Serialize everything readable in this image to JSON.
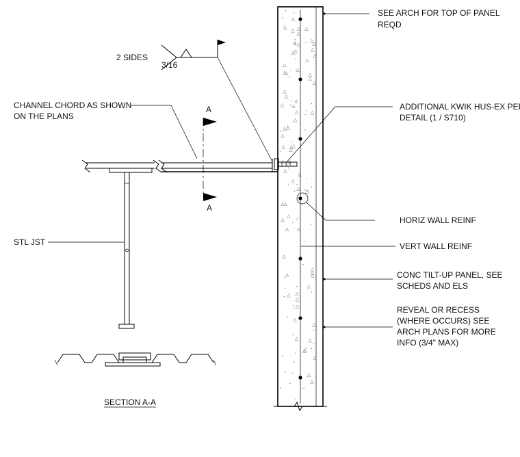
{
  "notes": {
    "top_of_panel": [
      "SEE ARCH FOR TOP OF PANEL",
      "REQD"
    ],
    "weld_sides": "2 SIDES",
    "weld_size": "3/16",
    "channel_chord": [
      "CHANNEL CHORD AS SHOWN",
      "ON THE PLANS"
    ],
    "section_cut_label": "A",
    "anchor": [
      "ADDITIONAL KWIK HUS-EX PER",
      "DETAIL (1 / S710)"
    ],
    "horiz_reinf": "HORIZ WALL REINF",
    "stl_jst": "STL JST",
    "vert_reinf": "VERT WALL REINF",
    "panel": [
      "CONC TILT-UP PANEL, SEE",
      "SCHEDS AND ELS"
    ],
    "reveal": [
      "REVEAL OR RECESS",
      "(WHERE OCCURS) SEE",
      "ARCH PLANS FOR MORE",
      "INFO (3/4\" MAX)"
    ],
    "section_title": "SECTION A-A"
  },
  "colors": {
    "line": "#000000",
    "text": "#111111",
    "stipple": "#666666"
  }
}
